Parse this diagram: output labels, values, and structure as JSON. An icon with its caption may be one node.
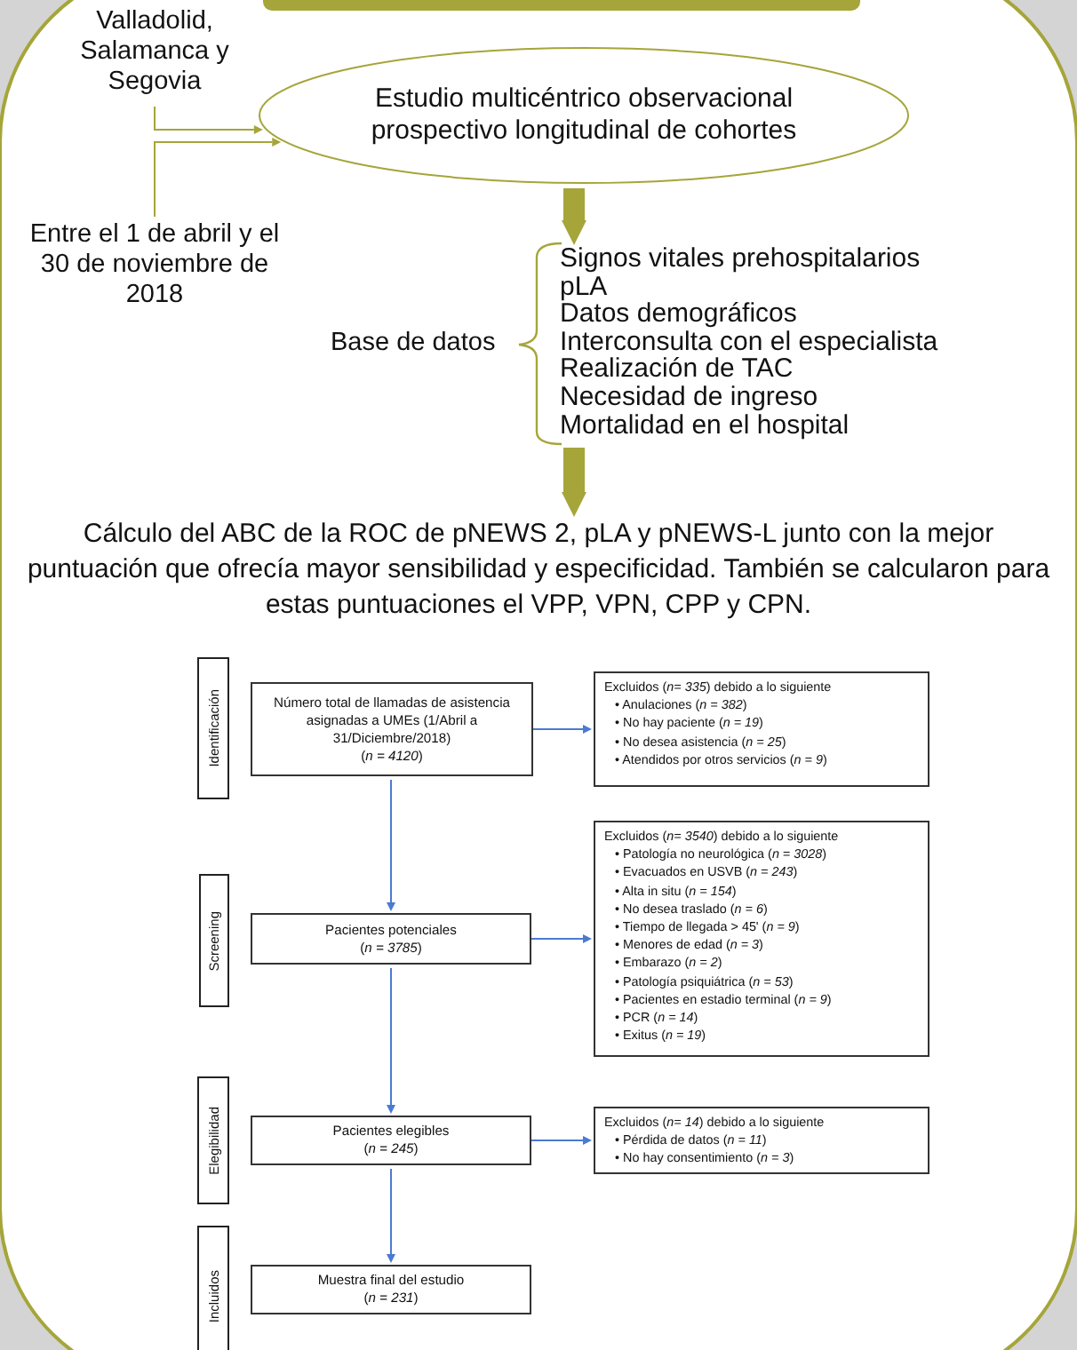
{
  "diagram": {
    "nodes": [
      {
        "text": [
          "Valladolid, Salamanca y Segovia"
        ]
      },
      {
        "text": [
          "Entre el 1 de abril y el 30 de noviembre de 2018"
        ]
      },
      {
        "text": [
          "Estudio multicéntrico observacional prospectivo longitudinal de cohortes"
        ]
      },
      {
        "text": [
          "Signos vitales prehospitalarios",
          "pLA",
          "Datos demográficos",
          "Interconsulta con el especialista",
          "Realización de TAC",
          "Necesidad de ingreso",
          "Mortalidad en el hospital"
        ]
      },
      {
        "text": [
          "Cálculo del ABC de la ROC de pNEWS 2, pLA y pNEWS-L junto con la mejor puntuación que ofrecía mayor sensibilidad y especificidad. También se calcularon para estas puntuaciones el VPP, VPN, CPP y CPN."
        ]
      },
      {
        "text": [
          "Identificación"
        ]
      },
      {
        "text": [
          "Número total de llamadas de asistencia asignadas a UMEs (1/Abril a 31/Diciembre/2018)",
          "(*n = 4120*)"
        ]
      },
      {
        "text": [
          "Excluidos (*n= 335*) debido a lo siguiente",
          "• Anulaciones (*n = 382*)",
          "• No hay paciente  (*n = 19*)",
          "• No desea asistencia (*n = 25*)",
          "• Atendidos por otros servicios (*n = 9*)"
        ]
      },
      {
        "text": [
          "Screening"
        ]
      },
      {
        "text": [
          "Pacientes potenciales",
          "(*n = 3785*)"
        ]
      },
      {
        "text": [
          "Excluidos (*n= 3540*) debido a lo siguiente",
          "• Patología no neurológica (*n = 3028*)",
          "• Evacuados en USVB (*n = 243*)",
          "• Alta in situ (*n = 154*)",
          "• No desea traslado (*n = 6*)",
          "• Tiempo de llegada > 45' (*n = 9*)",
          "• Menores de edad (*n = 3*)",
          "• Embarazo (*n = 2*)",
          "• Patología psiquiátrica (*n = 53*)",
          "• Pacientes en estadio terminal (*n = 9*)",
          "• PCR (*n = 14*)",
          "• Exitus (*n = 19*)"
        ]
      },
      {
        "text": [
          "Elegibilidad"
        ]
      },
      {
        "text": [
          "Pacientes elegibles",
          "(*n = 245*)"
        ]
      },
      {
        "text": [
          "Excluidos (*n= 14*) debido a lo siguiente",
          "• Pérdida de datos (*n = 11*)",
          "• No hay consentimiento (*n = 3*)"
        ]
      },
      {
        "text": [
          "Incluidos"
        ]
      },
      {
        "text": [
          "Muestra final del estudio",
          "(*n = 231*)"
        ]
      }
    ],
    "edges": [
      {
        "from": 0,
        "to": 2,
        "arrow": "to",
        "color": "#a5a53a"
      },
      {
        "from": 1,
        "to": 2,
        "arrow": "to",
        "color": "#a5a53a"
      },
      {
        "from": 2,
        "to": 3,
        "arrow": "to",
        "style": "thick",
        "color": "#a5a53a"
      },
      {
        "from": 3,
        "to": 4,
        "arrow": "to",
        "style": "thick",
        "color": "#a5a53a"
      },
      {
        "from": 6,
        "to": 7,
        "arrow": "to"
      },
      {
        "from": 6,
        "to": 9,
        "arrow": "to"
      },
      {
        "from": 9,
        "to": 10,
        "arrow": "to"
      },
      {
        "from": 9,
        "to": 12,
        "arrow": "to"
      },
      {
        "from": 12,
        "to": 13,
        "arrow": "to"
      },
      {
        "from": 12,
        "to": 15,
        "arrow": "to"
      }
    ],
    "labels": [
      "Base de datos"
    ]
  }
}
